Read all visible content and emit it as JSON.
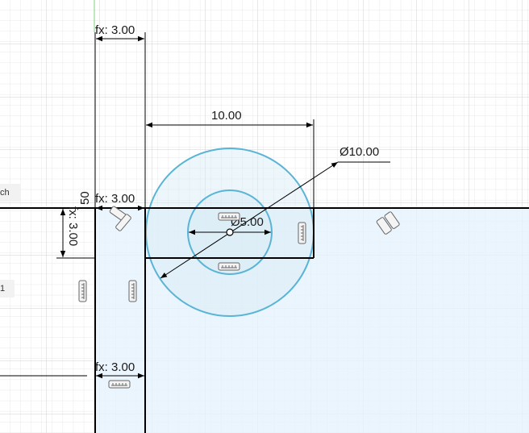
{
  "sketch": {
    "dimensions": {
      "fx_top": "fx: 3.00",
      "fx_left_vertical": "fx: 3.00",
      "fx_mid": "fx: 3.00",
      "fx_bottom": "fx: 3.00",
      "width_10": "10.00",
      "diameter_outer": "Ø10.00",
      "diameter_inner": "Ø5.00",
      "partial_50": "50"
    },
    "colors": {
      "grid_minor": "#e6e6e6",
      "grid_major": "#cfcfcf",
      "profile_fill": "#e6f2fc",
      "line": "#000000",
      "circle": "#5ab4d6",
      "constraint_icon": "#666666"
    }
  },
  "browser_panel": {
    "chip_1": "ch",
    "chip_2": "",
    "chip_3": "1"
  }
}
